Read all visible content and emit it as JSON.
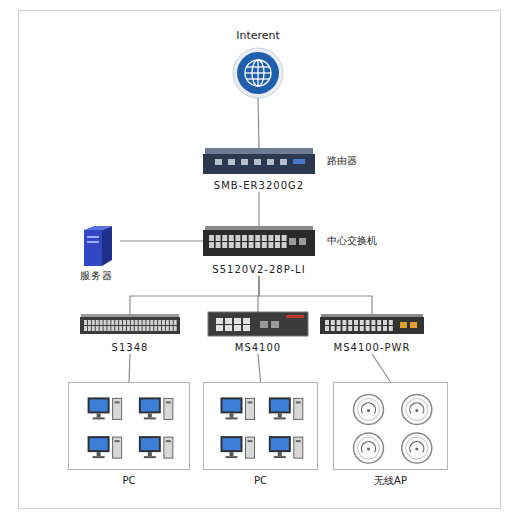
{
  "diagram": {
    "nodes": [
      {
        "text": [
          "Interent"
        ]
      },
      {
        "text": [
          "SMB-ER3200G2",
          "路由器"
        ]
      },
      {
        "text": [
          "S5120V2-28P-LI",
          "中心交换机"
        ]
      },
      {
        "text": [
          "服务器"
        ]
      },
      {
        "text": [
          "S1348"
        ]
      },
      {
        "text": [
          "MS4100"
        ]
      },
      {
        "text": [
          "MS4100-PWR"
        ]
      },
      {
        "text": [
          "PC"
        ]
      },
      {
        "text": [
          "PC"
        ]
      },
      {
        "text": [
          "无线AP"
        ]
      }
    ],
    "edges": [
      {
        "from": 0,
        "to": 1,
        "arrow": "none"
      },
      {
        "from": 1,
        "to": 2,
        "arrow": "none"
      },
      {
        "from": 3,
        "to": 2,
        "arrow": "none"
      },
      {
        "from": 2,
        "to": 4,
        "arrow": "none"
      },
      {
        "from": 2,
        "to": 5,
        "arrow": "none"
      },
      {
        "from": 2,
        "to": 6,
        "arrow": "none"
      },
      {
        "from": 4,
        "to": 7,
        "arrow": "none"
      },
      {
        "from": 5,
        "to": 8,
        "arrow": "none"
      },
      {
        "from": 6,
        "to": 9,
        "arrow": "none"
      }
    ]
  }
}
